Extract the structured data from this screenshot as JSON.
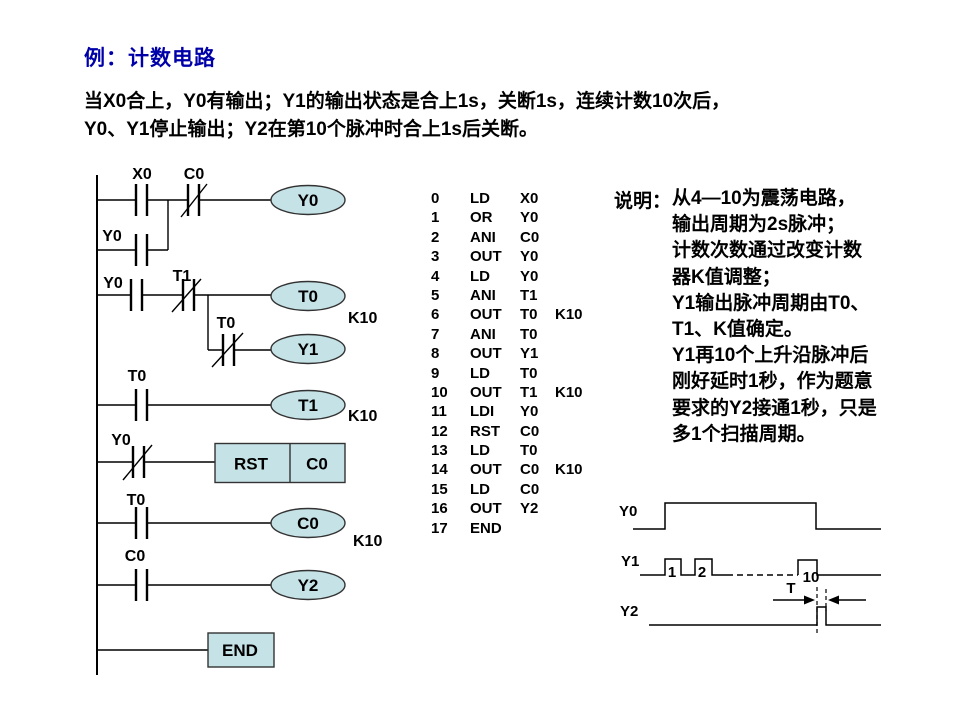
{
  "title": "例：计数电路",
  "description": {
    "line1": "当X0合上，Y0有输出；Y1的输出状态是合上1s，关断1s，连续计数10次后，",
    "line2": "Y0、Y1停止输出；Y2在第10个脉冲时合上1s后关断。"
  },
  "colors": {
    "title_color": "#0000A8",
    "coil_fill": "#C5E2E6",
    "diagram_line": "#000000"
  },
  "ladder": {
    "contact_labels": {
      "x0": "X0",
      "c0_nc": "C0",
      "y0_parallel": "Y0",
      "y0_r2": "Y0",
      "t1_nc": "T1",
      "t0_nc": "T0",
      "t0_r3": "T0",
      "y0_nc_r4": "Y0",
      "t0_r5": "T0",
      "c0_r6": "C0"
    },
    "coil_labels": {
      "y0": "Y0",
      "t0": "T0",
      "y1": "Y1",
      "t1": "T1",
      "c0": "C0",
      "y2": "Y2"
    },
    "k_labels": {
      "t0": "K10",
      "t1": "K10",
      "c0": "K10"
    },
    "rst_box": {
      "op": "RST",
      "operand": "C0"
    },
    "end_box": "END"
  },
  "instructions": {
    "rows": [
      {
        "addr": "0",
        "op": "LD",
        "opr": "X0",
        "k": ""
      },
      {
        "addr": "1",
        "op": "OR",
        "opr": "Y0",
        "k": ""
      },
      {
        "addr": "2",
        "op": "ANI",
        "opr": "C0",
        "k": ""
      },
      {
        "addr": "3",
        "op": "OUT",
        "opr": "Y0",
        "k": ""
      },
      {
        "addr": "4",
        "op": "LD",
        "opr": "Y0",
        "k": ""
      },
      {
        "addr": "5",
        "op": "ANI",
        "opr": "T1",
        "k": ""
      },
      {
        "addr": "6",
        "op": "OUT",
        "opr": "T0",
        "k": "K10"
      },
      {
        "addr": "7",
        "op": "ANI",
        "opr": "T0",
        "k": ""
      },
      {
        "addr": "8",
        "op": "OUT",
        "opr": "Y1",
        "k": ""
      },
      {
        "addr": "9",
        "op": "LD",
        "opr": "T0",
        "k": ""
      },
      {
        "addr": "10",
        "op": "OUT",
        "opr": "T1",
        "k": "K10"
      },
      {
        "addr": "11",
        "op": "LDI",
        "opr": "Y0",
        "k": ""
      },
      {
        "addr": "12",
        "op": "RST",
        "opr": "C0",
        "k": ""
      },
      {
        "addr": "13",
        "op": "LD",
        "opr": "T0",
        "k": ""
      },
      {
        "addr": "14",
        "op": "OUT",
        "opr": "C0",
        "k": "K10"
      },
      {
        "addr": "15",
        "op": "LD",
        "opr": "C0",
        "k": ""
      },
      {
        "addr": "16",
        "op": "OUT",
        "opr": "Y2",
        "k": ""
      },
      {
        "addr": "17",
        "op": "END",
        "opr": "",
        "k": ""
      }
    ]
  },
  "explain": {
    "label": "说明：",
    "lines": [
      "从4—10为震荡电路，",
      "输出周期为2s脉冲；",
      "计数次数通过改变计数",
      "器K值调整；",
      "Y1输出脉冲周期由T0、",
      "T1、K值确定。",
      "Y1再10个上升沿脉冲后",
      "刚好延时1秒，作为题意",
      "要求的Y2接通1秒，只是",
      "多1个扫描周期。"
    ]
  },
  "timing": {
    "signal_labels": {
      "y0": "Y0",
      "y1": "Y1",
      "y2": "Y2"
    },
    "pulse_labels": {
      "p1": "1",
      "p2": "2",
      "p10": "10"
    },
    "interval_label": "T"
  }
}
